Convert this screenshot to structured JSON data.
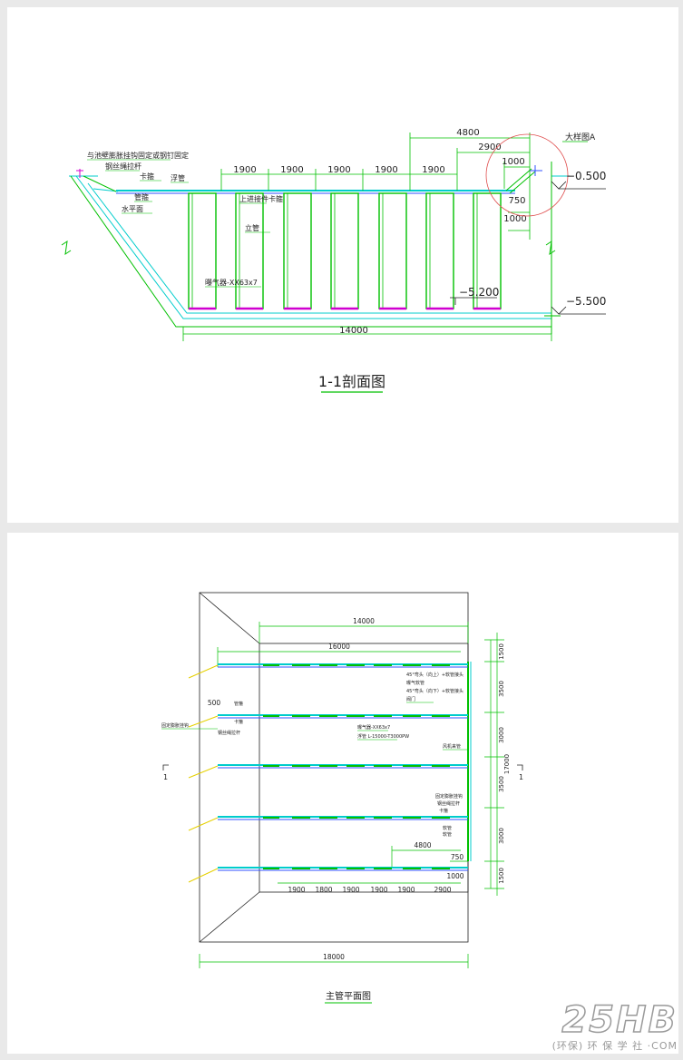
{
  "section": {
    "title": "1-1剖面图",
    "dims_top": [
      "1900",
      "1900",
      "1900",
      "1900",
      "1900"
    ],
    "dim_4800": "4800",
    "dim_2900": "2900",
    "dim_1000_top": "1000",
    "dim_750": "750",
    "dim_1000_right": "1000",
    "dim_14000": "14000",
    "elev_top": "−0.500",
    "elev_bottom": "−5.500",
    "elev_water": "−5.200",
    "detail_label": "大样图A",
    "labels": {
      "wall_fix": "与池壁膨胀挂钩固定或钢钉固定",
      "wire_rope": "钢丝绳拉杆",
      "clamp1": "卡箍",
      "float_pipe": "浮管",
      "pipe_hoop": "管箍",
      "water_level": "水平面",
      "upper_connector": "上进接件",
      "clamp2": "卡箍",
      "riser": "立管",
      "aerator": "曝气器-XX63x7"
    }
  },
  "plan": {
    "title": "主管平面图",
    "dim_top": "14000",
    "dim_inner": "16000",
    "dim_bottom": "18000",
    "dim_right_total": "17000",
    "dims_right": [
      "1500",
      "3500",
      "3000",
      "3500",
      "3000",
      "1500"
    ],
    "dims_bottom_row": [
      "1900",
      "1800",
      "1900",
      "1900",
      "1900",
      "2900"
    ],
    "dim_4800": "4800",
    "dim_750": "750",
    "dim_1000": "1000",
    "dim_500": "500",
    "section_mark_left": "1",
    "section_mark_right": "1",
    "labels": {
      "pipe_hoop": "管箍",
      "clamp": "卡箍",
      "fixed_hook": "固定膨胀挂钩",
      "wire_rope": "钢丝绳拉杆",
      "aerator": "曝气器-XX63x7",
      "float_pipe": "浮管 L-15000-T3000PW",
      "elbow1": "45°弯头（向上）+软管接头",
      "hose1": "曝气软管",
      "elbow2": "45°弯头（向下）+软管接头",
      "valve": "阀门",
      "blower": "风机来管",
      "fixed_wire": "固定膨胀挂钩",
      "wire2": "钢丝绳拉杆",
      "clamp2": "卡箍",
      "hose2": "软管",
      "hose3": "软管"
    }
  },
  "watermark": {
    "big": "25HB",
    "small": "(环保) 环 保 学 社 ·COM"
  },
  "colors": {
    "green": "#00c000",
    "cyan": "#00cccc",
    "yellow": "#e6d000",
    "magenta": "#d000d0",
    "red": "#e05050",
    "blue": "#3050ff"
  }
}
